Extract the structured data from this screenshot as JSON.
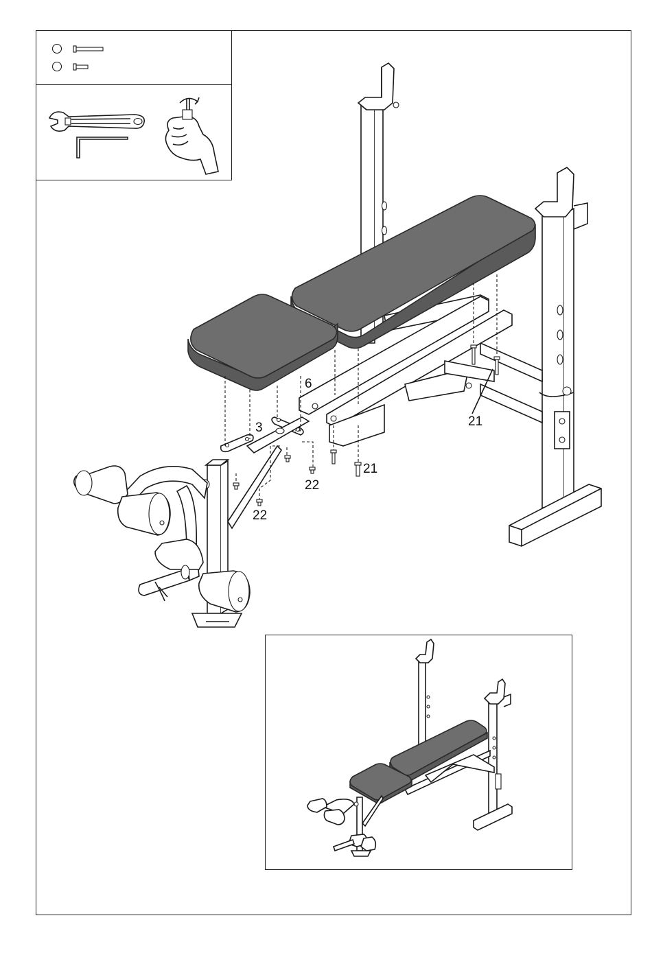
{
  "callouts": {
    "c3": "3",
    "c6": "6",
    "c21a": "21",
    "c21b": "21",
    "c22a": "22",
    "c22b": "22"
  },
  "colors": {
    "pad": "#6e6e6e",
    "pad_edge": "#3a3a3a",
    "line": "#1a1a1a",
    "background": "#ffffff"
  },
  "icons": {
    "bolt_long": "long-bolt-icon",
    "bolt_short": "short-bolt-icon",
    "wrench": "wrench-icon",
    "hex_key": "hex-key-icon",
    "hand_tighten": "hand-tighten-icon"
  }
}
